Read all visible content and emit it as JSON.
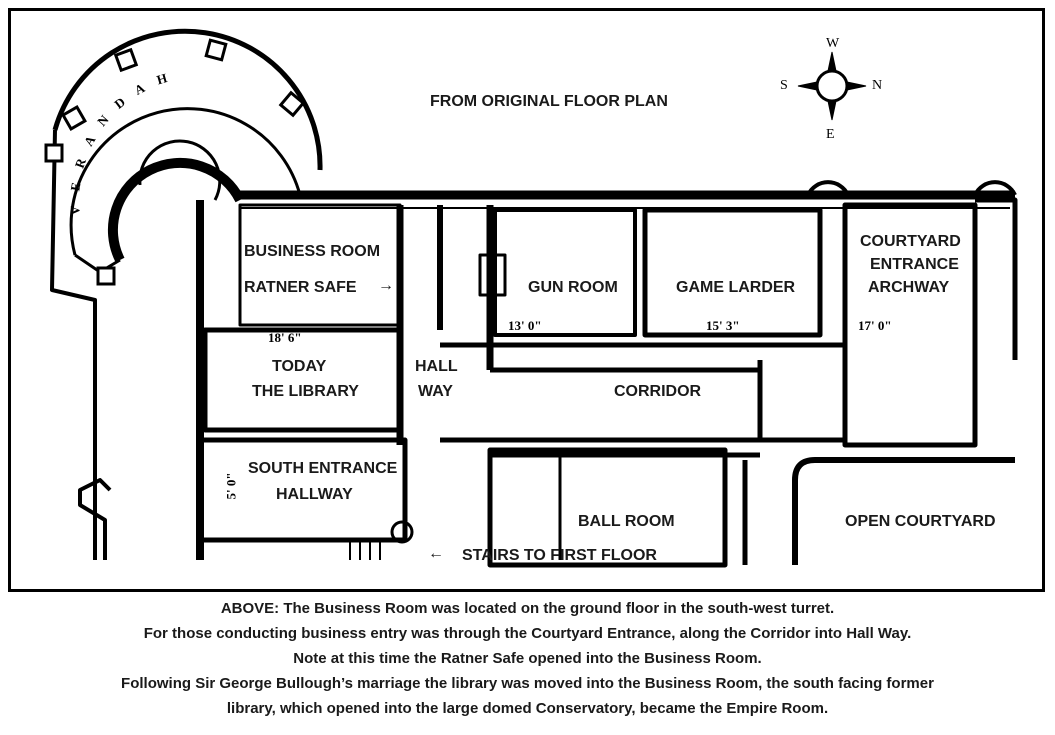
{
  "header": {
    "title": "FROM ORIGINAL FLOOR PLAN"
  },
  "compass": {
    "north": "N",
    "south": "S",
    "east": "E",
    "west": "W"
  },
  "verandah": {
    "label": "VERANDAH"
  },
  "rooms": {
    "business_room": "BUSINESS ROOM",
    "ratner_safe": "RATNER SAFE",
    "ratner_arrow": "→",
    "library_line1": "TODAY",
    "library_line2": "THE LIBRARY",
    "hall_line1": "HALL",
    "hall_line2": "WAY",
    "gun_room": "GUN ROOM",
    "game_larder": "GAME LARDER",
    "courtyard_line1": "COURTYARD",
    "courtyard_line2": "ENTRANCE",
    "courtyard_line3": "ARCHWAY",
    "corridor": "CORRIDOR",
    "south_entrance_line1": "SOUTH ENTRANCE",
    "south_entrance_line2": "HALLWAY",
    "ball_room": "BALL ROOM",
    "open_courtyard": "OPEN COURTYARD",
    "stairs_arrow": "←",
    "stairs": "STAIRS TO FIRST FLOOR"
  },
  "dimensions": {
    "business_room": "18' 6\"",
    "gun_room": "13' 0\"",
    "game_larder": "15' 3\"",
    "courtyard": "17' 0\"",
    "south_entrance": "5' 0\""
  },
  "caption": {
    "line1": "ABOVE: The Business Room was located on the ground floor in the south-west turret.",
    "line2": "For those conducting business entry was through the Courtyard Entrance, along the Corridor into Hall Way.",
    "line3": "Note at this time the Ratner Safe opened into the Business Room.",
    "line4": "Following Sir George Bullough’s marriage the library was moved into the Business Room, the south facing former",
    "line5": "library, which opened into the large domed Conservatory, became the Empire Room."
  }
}
